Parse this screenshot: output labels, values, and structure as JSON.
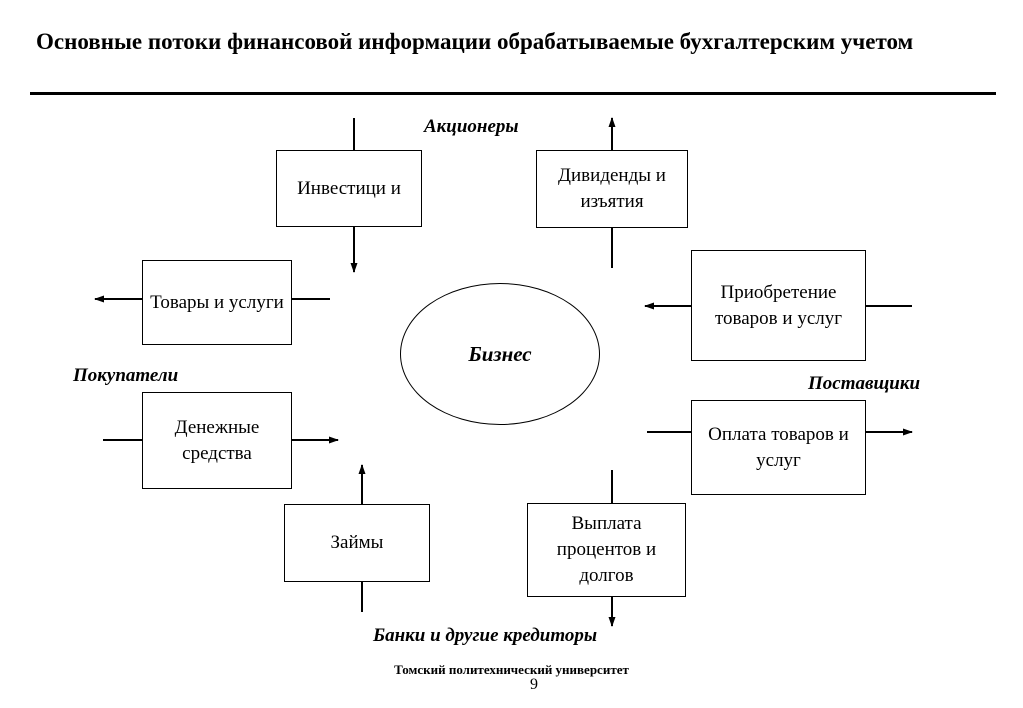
{
  "title": "Основные потоки финансовой информации обрабатываемые бухгалтерским учетом",
  "center": "Бизнес",
  "groups": {
    "shareholders": "Акционеры",
    "buyers": "Покупатели",
    "suppliers": "Поставщики",
    "banks": "Банки и другие кредиторы"
  },
  "boxes": {
    "investments": "Инвестици и",
    "dividends": "Дивиденды и изъятия",
    "goods_services": "Товары и услуги",
    "cash": "Денежные средства",
    "purchase": "Приобретение товаров и услуг",
    "payment": "Оплата товаров и  услуг",
    "loans": "Займы",
    "interest": "Выплата процентов и долгов"
  },
  "footer": {
    "university": "Томский политехнический университет",
    "page_number": "9"
  }
}
